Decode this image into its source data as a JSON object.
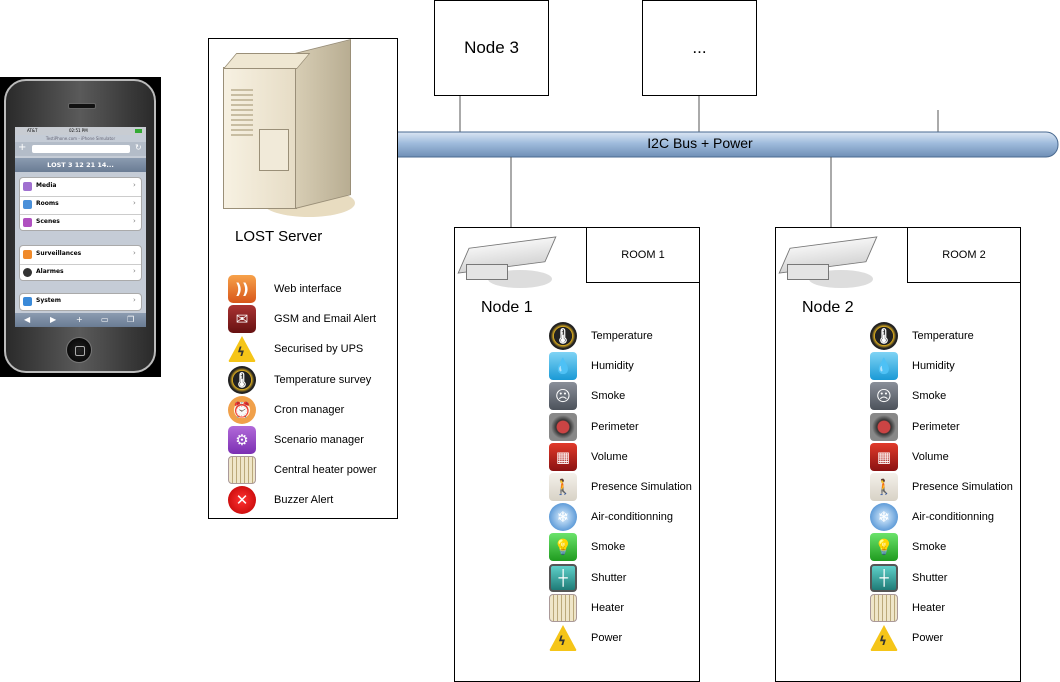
{
  "phone": {
    "status_left": "AT&T",
    "status_time": "02:51 PM",
    "site_title": "TestiPhone.com - iPhone Simulator",
    "page_title": "LOST 3 12 21 14...",
    "menu_group1": [
      {
        "label": "Media",
        "icon": "media-icon"
      },
      {
        "label": "Rooms",
        "icon": "home-icon"
      },
      {
        "label": "Scenes",
        "icon": "scenes-icon"
      }
    ],
    "menu_group2": [
      {
        "label": "Surveillances",
        "icon": "rss-icon"
      },
      {
        "label": "Alarmes",
        "icon": "alarm-icon"
      }
    ],
    "menu_group3": [
      {
        "label": "System",
        "icon": "system-icon"
      }
    ]
  },
  "server": {
    "label": "LOST Server",
    "features": [
      {
        "label": "Web interface",
        "icon": "rss-icon"
      },
      {
        "label": "GSM and Email Alert",
        "icon": "gsm-icon"
      },
      {
        "label": "Securised by UPS",
        "icon": "lightning-icon"
      },
      {
        "label": "Temperature survey",
        "icon": "thermometer-icon"
      },
      {
        "label": "Cron manager",
        "icon": "clock-icon"
      },
      {
        "label": "Scenario manager",
        "icon": "brain-icon"
      },
      {
        "label": "Central heater power",
        "icon": "radiator-icon"
      },
      {
        "label": "Buzzer Alert",
        "icon": "close-icon"
      }
    ]
  },
  "bus": {
    "label": "I2C Bus + Power"
  },
  "nodes_top": [
    {
      "label": "Node 3"
    },
    {
      "label": "..."
    }
  ],
  "rooms": [
    {
      "room_label": "ROOM 1",
      "node_label": "Node 1",
      "sensors": [
        {
          "label": "Temperature",
          "icon": "thermometer-icon"
        },
        {
          "label": "Humidity",
          "icon": "faucet-icon"
        },
        {
          "label": "Smoke",
          "icon": "gas-mask-icon"
        },
        {
          "label": "Perimeter",
          "icon": "sensor-icon"
        },
        {
          "label": "Volume",
          "icon": "volume-icon"
        },
        {
          "label": "Presence Simulation",
          "icon": "person-icon"
        },
        {
          "label": "Air-conditionning",
          "icon": "snowflake-icon"
        },
        {
          "label": "Smoke",
          "icon": "bulb-icon"
        },
        {
          "label": "Shutter",
          "icon": "window-icon"
        },
        {
          "label": "Heater",
          "icon": "radiator-icon"
        },
        {
          "label": "Power",
          "icon": "lightning-icon"
        }
      ]
    },
    {
      "room_label": "ROOM 2",
      "node_label": "Node 2",
      "sensors": [
        {
          "label": "Temperature",
          "icon": "thermometer-icon"
        },
        {
          "label": "Humidity",
          "icon": "faucet-icon"
        },
        {
          "label": "Smoke",
          "icon": "gas-mask-icon"
        },
        {
          "label": "Perimeter",
          "icon": "sensor-icon"
        },
        {
          "label": "Volume",
          "icon": "volume-icon"
        },
        {
          "label": "Presence Simulation",
          "icon": "person-icon"
        },
        {
          "label": "Air-conditionning",
          "icon": "snowflake-icon"
        },
        {
          "label": "Smoke",
          "icon": "bulb-icon"
        },
        {
          "label": "Shutter",
          "icon": "window-icon"
        },
        {
          "label": "Heater",
          "icon": "radiator-icon"
        },
        {
          "label": "Power",
          "icon": "lightning-icon"
        }
      ]
    }
  ]
}
